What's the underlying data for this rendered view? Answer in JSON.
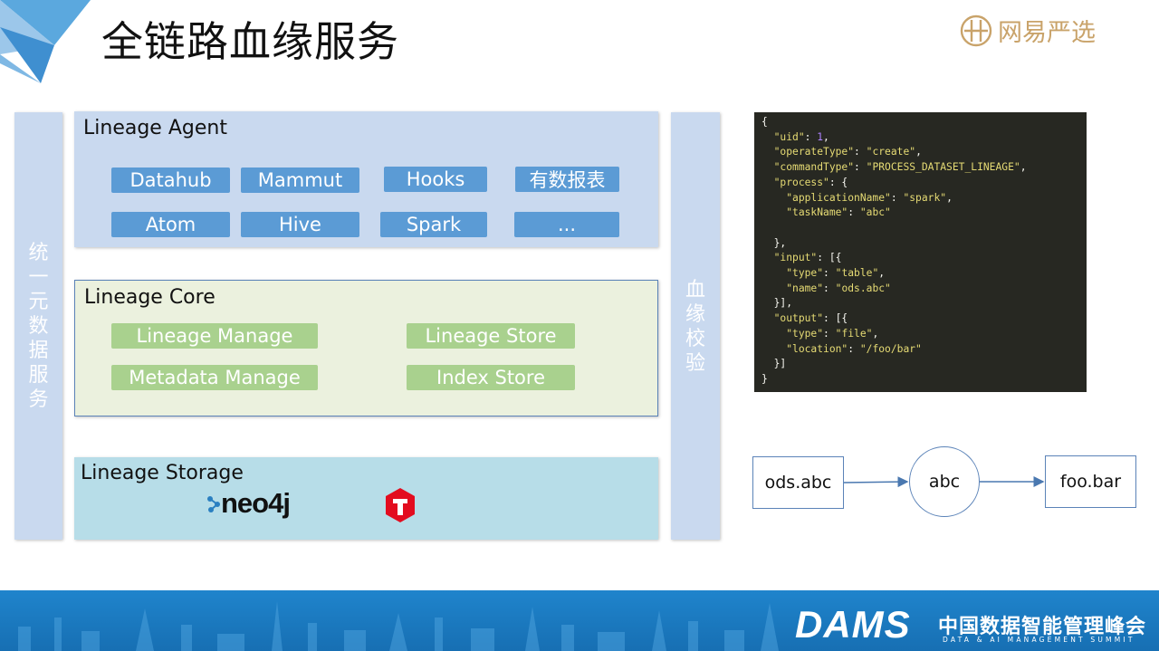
{
  "slide": {
    "title": "全链路血缘服务",
    "brand": {
      "icon": "yanxuan-logo-icon",
      "text": "网易严选"
    }
  },
  "left_bar": {
    "label": "统一元数据服务"
  },
  "right_bar": {
    "label": "血缘校验"
  },
  "agent": {
    "title": "Lineage Agent",
    "items": [
      "Datahub",
      "Mammut",
      "Hooks",
      "有数报表",
      "Atom",
      "Hive",
      "Spark",
      "..."
    ]
  },
  "core": {
    "title": "Lineage Core",
    "items": [
      "Lineage Manage",
      "Lineage Store",
      "Metadata Manage",
      "Index Store"
    ]
  },
  "storage": {
    "title": "Lineage Storage",
    "logos": [
      "neo4j",
      "tidb-logo-icon"
    ]
  },
  "json_sample": {
    "lines": [
      "{",
      "  \"uid\": 1,",
      "  \"operateType\": \"create\",",
      "  \"commandType\": \"PROCESS_DATASET_LINEAGE\",",
      "  \"process\": {",
      "    \"applicationName\": \"spark\",",
      "    \"taskName\": \"abc\"",
      "",
      "  },",
      "  \"input\": [{",
      "    \"type\": \"table\",",
      "    \"name\": \"ods.abc\"",
      "  }],",
      "  \"output\": [{",
      "    \"type\": \"file\",",
      "    \"location\": \"/foo/bar\"",
      "  }]",
      "}"
    ]
  },
  "flow": {
    "source": "ods.abc",
    "process": "abc",
    "target": "foo.bar"
  },
  "footer": {
    "logo_word": "DAMS",
    "title_cn": "中国数据智能管理峰会",
    "title_en": "DATA & AI MANAGEMENT SUMMIT"
  },
  "colors": {
    "accent_blue": "#5b9bd5",
    "accent_green": "#a9d18e",
    "agent_bg": "#c9d9ef",
    "core_bg": "#ebf1de",
    "storage_bg": "#b7dde8",
    "footer_blue": "#1f84cc"
  }
}
